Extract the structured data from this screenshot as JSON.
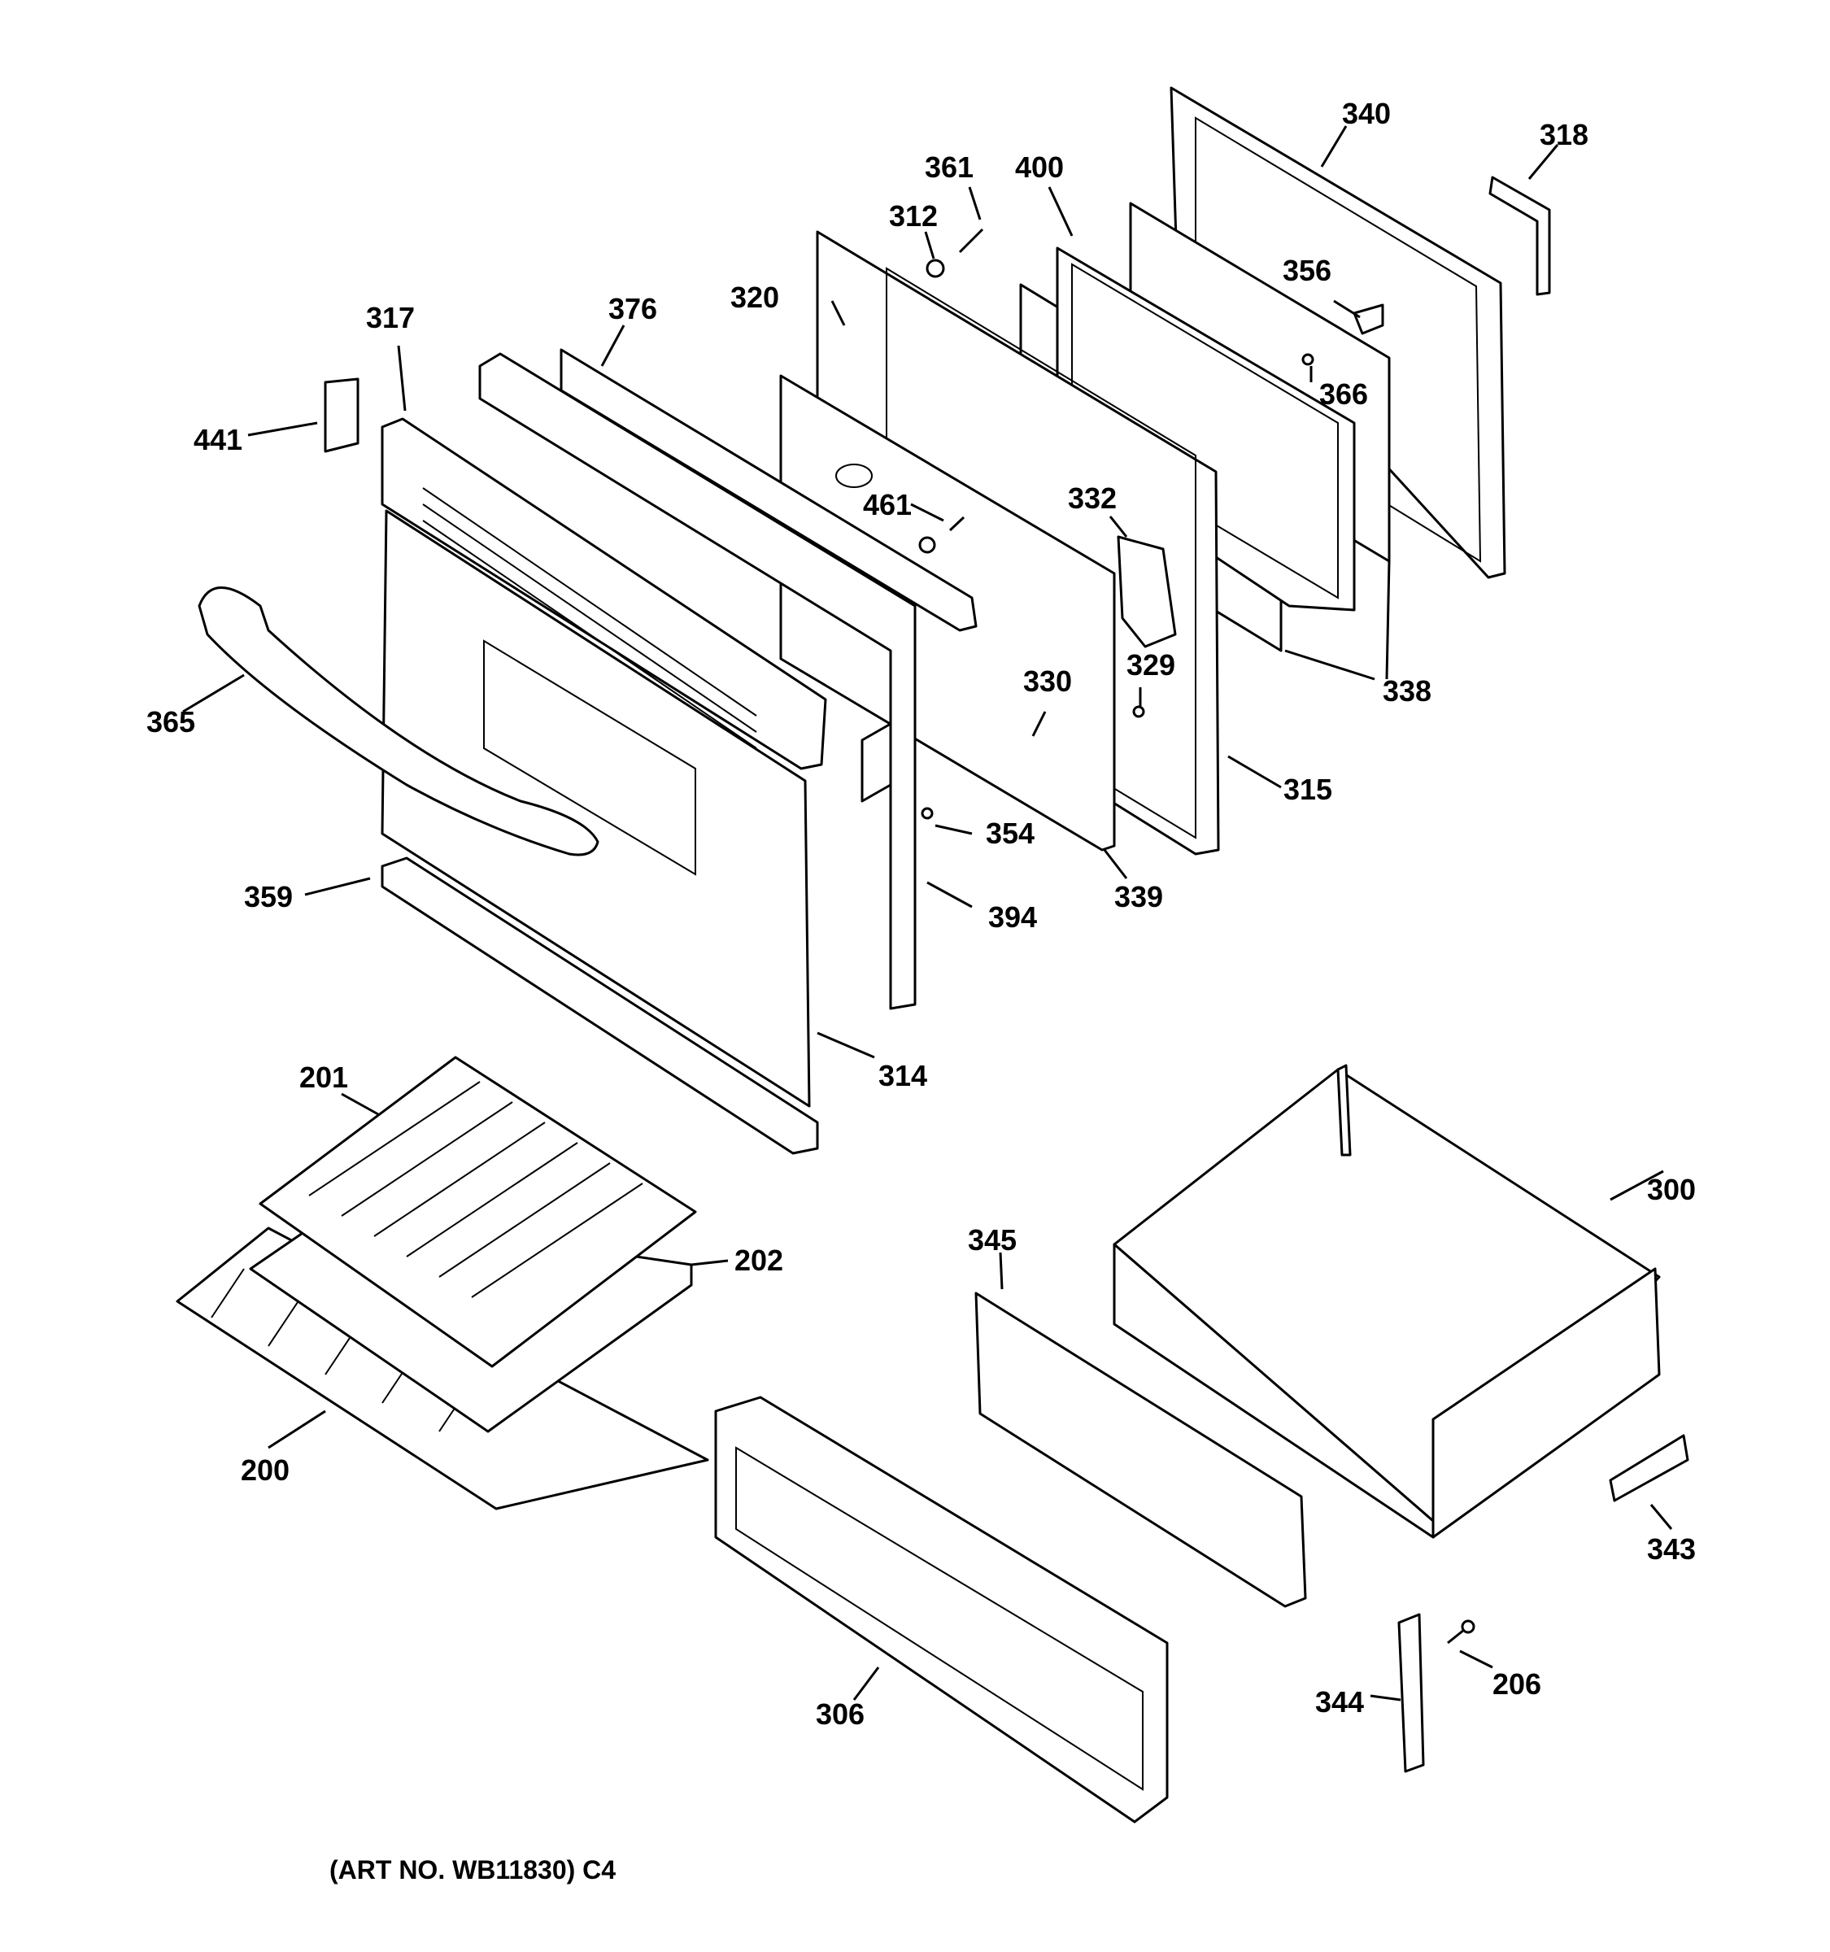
{
  "caption": "(ART NO. WB11830) C4",
  "labels": {
    "p200": "200",
    "p201": "201",
    "p202": "202",
    "p206": "206",
    "p300": "300",
    "p306": "306",
    "p312": "312",
    "p314": "314",
    "p315": "315",
    "p317": "317",
    "p318": "318",
    "p320": "320",
    "p329": "329",
    "p330": "330",
    "p332": "332",
    "p338": "338",
    "p339": "339",
    "p340": "340",
    "p343": "343",
    "p344": "344",
    "p345": "345",
    "p354": "354",
    "p356": "356",
    "p359": "359",
    "p361": "361",
    "p365": "365",
    "p366": "366",
    "p376": "376",
    "p394": "394",
    "p400": "400",
    "p441": "441",
    "p461": "461"
  }
}
